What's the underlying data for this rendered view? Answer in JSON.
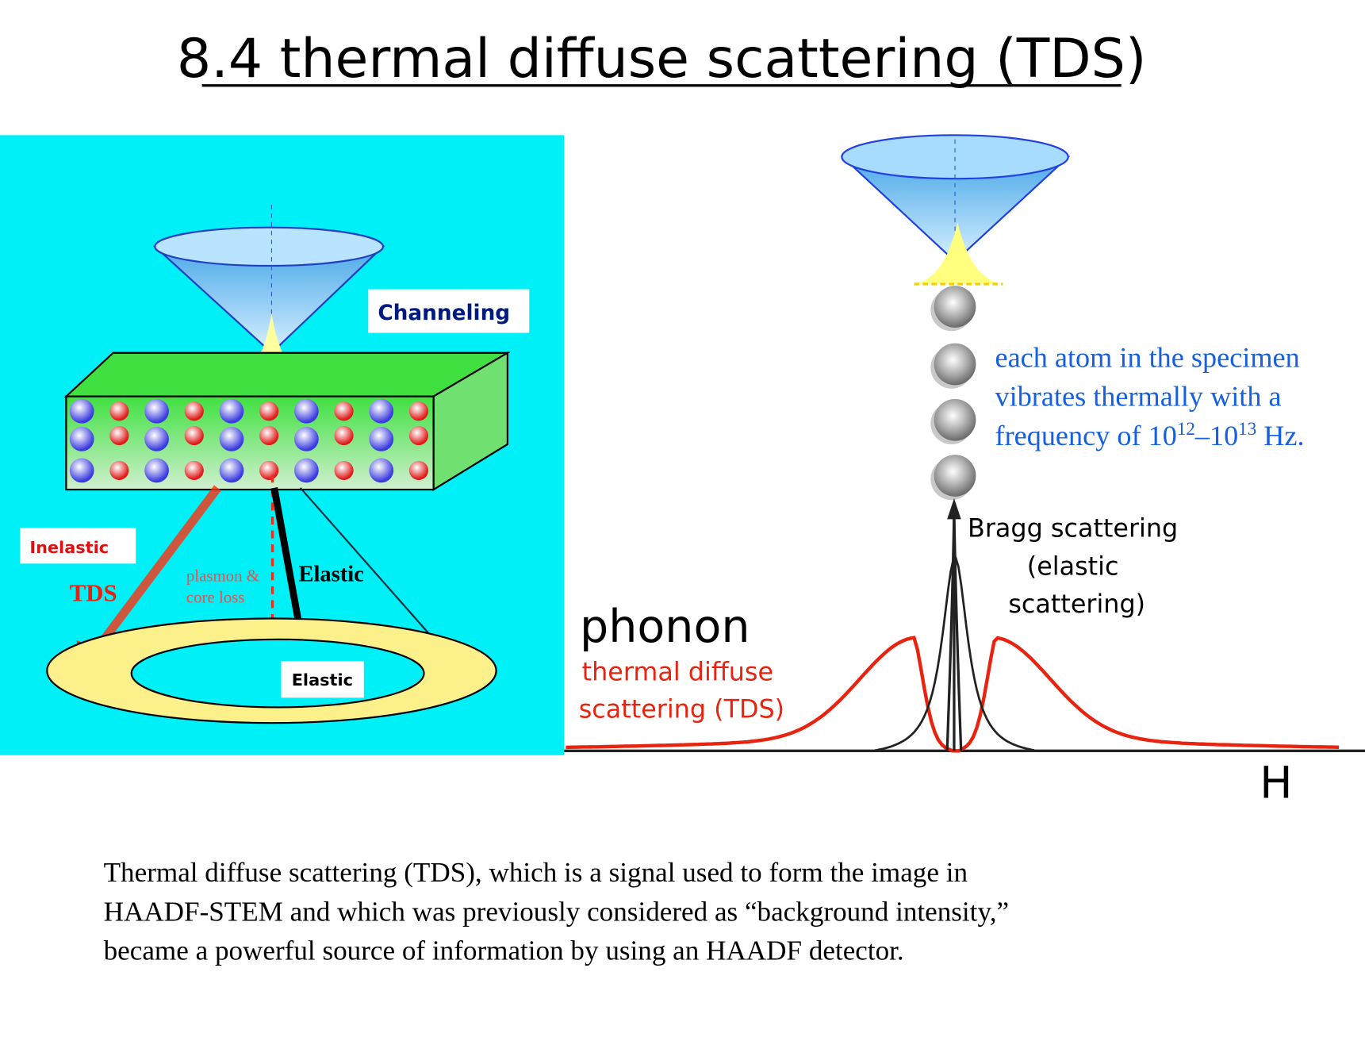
{
  "title": "8.4 thermal diffuse scattering (TDS)",
  "left_diagram": {
    "channeling_label": "Channeling",
    "inelastic_label": "Inelastic",
    "tds_label": "TDS",
    "plasmon_line1": "plasmon &",
    "plasmon_line2": "core loss",
    "elastic_arrow_label": "Elastic",
    "elastic_box_label": "Elastic",
    "background_color": "#00f0f8"
  },
  "right_diagram": {
    "atom_note": {
      "line1": "each atom in the specimen",
      "line2": "vibrates thermally with a",
      "line3_prefix": "frequency of 10",
      "exp1": "12",
      "dash": "–10",
      "exp2": "13",
      "line3_suffix": " Hz."
    },
    "bragg_line1": "Bragg scattering",
    "bragg_line2": "(elastic",
    "bragg_line3": "scattering)",
    "phonon_label": "phonon",
    "tds_line1": "thermal diffuse",
    "tds_line2": "scattering (TDS)",
    "axis_label": "H",
    "tds_color": "#e8230f",
    "note_color": "#1560e0"
  },
  "caption": {
    "line1": "Thermal diffuse scattering (TDS), which is a signal used to form the image in",
    "line2": "HAADF-STEM and which was previously considered as “background intensity,”",
    "line3": "became a powerful source of information by using an HAADF detector."
  }
}
